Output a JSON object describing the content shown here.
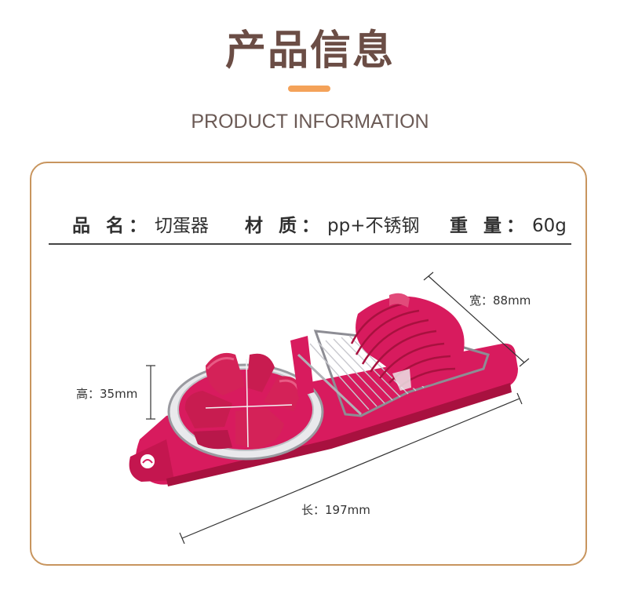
{
  "header": {
    "title": "产品信息",
    "subtitle": "PRODUCT INFORMATION"
  },
  "specs": [
    {
      "label": "品 名",
      "value": "切蛋器"
    },
    {
      "label": "材 质",
      "value": "pp+不锈钢"
    },
    {
      "label": "重 量",
      "value": "60g"
    }
  ],
  "dimensions": {
    "width": "宽：88mm",
    "height": "高：35mm",
    "length": "长：197mm"
  },
  "colors": {
    "title": "#6b4d45",
    "accent": "#f4a259",
    "border": "#c8955e",
    "product": "#d81b5e"
  }
}
